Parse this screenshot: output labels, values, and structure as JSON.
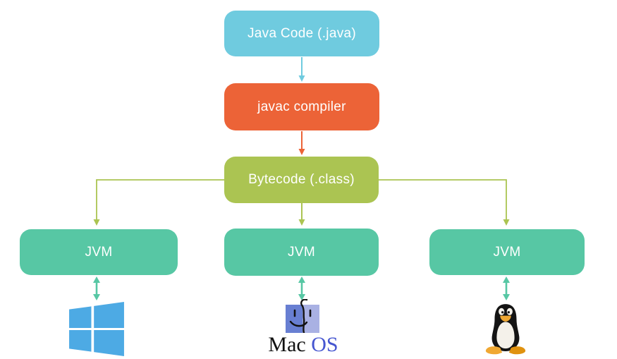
{
  "nodes": {
    "java_code": {
      "label": "Java Code (.java)",
      "color": "#6fcbdf",
      "text_color": "#ffffff"
    },
    "javac_compiler": {
      "label": "javac compiler",
      "color": "#ec6337",
      "text_color": "#ffffff"
    },
    "bytecode": {
      "label": "Bytecode (.class)",
      "color": "#abc452",
      "text_color": "#ffffff"
    },
    "jvm_windows": {
      "label": "JVM",
      "color": "#57c7a4",
      "text_color": "#ffffff"
    },
    "jvm_mac": {
      "label": "JVM",
      "color": "#57c7a4",
      "text_color": "#ffffff"
    },
    "jvm_linux": {
      "label": "JVM",
      "color": "#57c7a4",
      "text_color": "#ffffff"
    }
  },
  "connectors": {
    "java_to_javac": {
      "color": "#6fcbdf",
      "style": "arrow-down"
    },
    "javac_to_bytecode": {
      "color": "#ec6337",
      "style": "arrow-down"
    },
    "bytecode_to_jvms": {
      "color": "#abc452",
      "style": "arrow-down-branching"
    },
    "jvm_to_platform": {
      "color": "#57c7a4",
      "style": "double-headed"
    }
  },
  "platforms": {
    "windows": {
      "icon": "windows-logo",
      "color": "#4daae4"
    },
    "mac": {
      "icon": "mac-finder-logo",
      "label_word1": "Mac",
      "label_word2": " OS",
      "word1_color": "#111111",
      "word2_color": "#4656d0",
      "face_left_color": "#687fd2",
      "face_right_color": "#a9b1e3",
      "face_line_color": "#111111"
    },
    "linux": {
      "icon": "tux-penguin-logo",
      "body_color": "#141414",
      "belly_color": "#f4f1ea",
      "beak_feet_color": "#f0a832",
      "feet_shade_color": "#e0920f"
    }
  }
}
